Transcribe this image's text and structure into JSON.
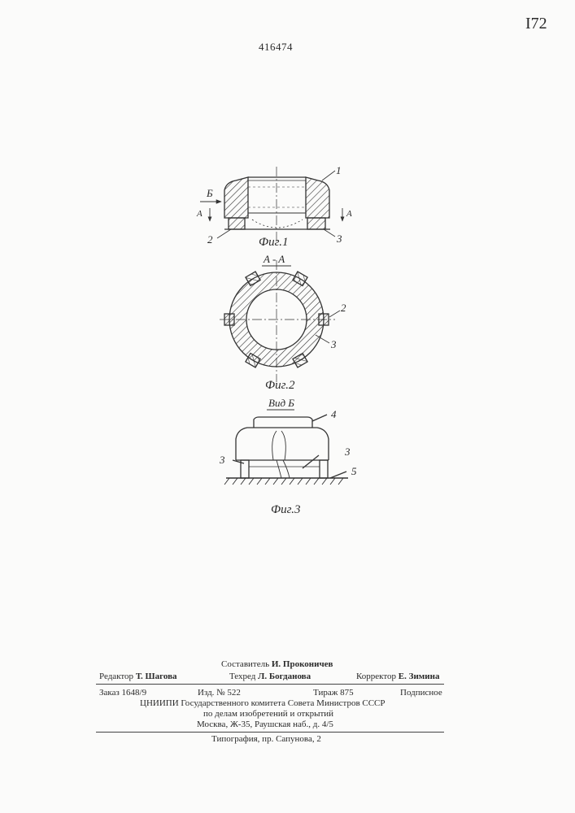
{
  "header": {
    "patent_number": "416474",
    "page_number": "I72"
  },
  "figures": {
    "fig1": {
      "caption": "Фиг.1",
      "labels": {
        "p1": "1",
        "p2": "2",
        "p3": "3",
        "view_b": "Б",
        "sec_left": "A",
        "sec_right": "A"
      }
    },
    "fig2": {
      "caption": "Фиг.2",
      "section_title": "A - A",
      "labels": {
        "p2": "2",
        "p3": "3"
      }
    },
    "fig3": {
      "caption": "Фиг.3",
      "view_title": "Вид Б",
      "labels": {
        "p4": "4",
        "p3a": "3",
        "p3b": "3",
        "p5": "5"
      }
    }
  },
  "imprint": {
    "compiler_role": "Составитель",
    "compiler_name": "И. Проконичев",
    "editor_role": "Редактор",
    "editor_name": "Т. Шагова",
    "techred_role": "Техред",
    "techred_name": "Л. Богданова",
    "corrector_role": "Корректор",
    "corrector_name": "Е. Зимина",
    "order": "Заказ 1648/9",
    "edition": "Изд. № 522",
    "circulation": "Тираж 875",
    "subscription": "Подписное",
    "org_line1": "ЦНИИПИ Государственного комитета Совета Министров СССР",
    "org_line2": "по делам изобретений и открытий",
    "address": "Москва, Ж-35, Раушская наб., д. 4/5",
    "printer": "Типография, пр. Сапунова, 2"
  }
}
